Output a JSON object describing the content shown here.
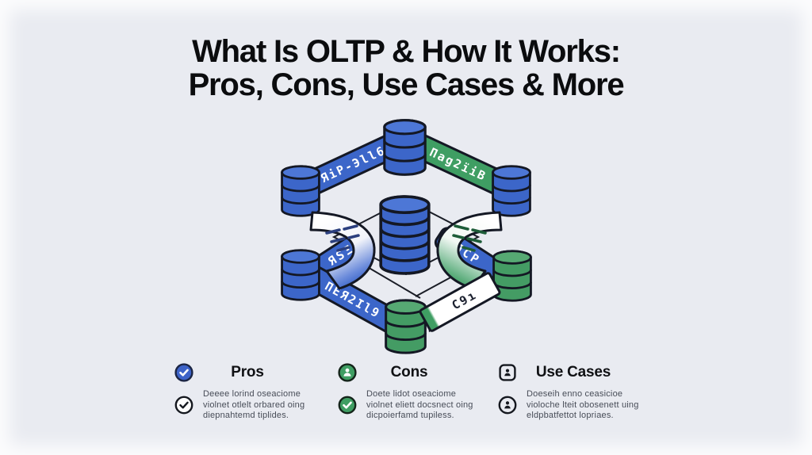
{
  "title": {
    "line1": "What Is OLTP & How It Works:",
    "line2": "Pros, Cons, Use Cases & More"
  },
  "diagram": {
    "ribbons": {
      "top_left": "ЯiP-Эll6",
      "top_right": "Пag2ïiB",
      "mid_left": "ЯSΞ",
      "mid_right": "ПCP",
      "bottom_left": "ПEЯ2Il9",
      "bottom_right": "C9ı"
    },
    "colors": {
      "background": "#E9EBF1",
      "cylinder_blue": "#3C66C9",
      "cylinder_blue_top": "#4D77D6",
      "cylinder_green": "#449C64",
      "cylinder_green_top": "#56A973",
      "ribbon_green": "#3F9E63",
      "outline": "#141824",
      "title_text": "#0B0C0E",
      "legend_body_text": "#474C57",
      "icon_blue": "#3D63C8",
      "icon_green": "#3F9E63"
    }
  },
  "legend": {
    "columns": [
      {
        "id": "pros",
        "heading": "Pros",
        "icon": "checkmark-badge-blue-icon",
        "sub_icon": "checkmark-outline-icon",
        "text_lines": [
          "Deeee lorind oseaciome",
          "violnet otlelt orbared oing",
          "diepnahtemd tiplides."
        ]
      },
      {
        "id": "cons",
        "heading": "Cons",
        "icon": "person-badge-green-icon",
        "sub_icon": "checkmark-badge-green-icon",
        "text_lines": [
          "Doete lidot oseaciome",
          "violnet eliett docsnect oing",
          "dicpoierfamd tupiless."
        ]
      },
      {
        "id": "use_cases",
        "heading": "Use Cases",
        "icon": "person-square-outline-icon",
        "sub_icon": "person-circle-outline-icon",
        "text_lines": [
          "Doeseih enno ceasicioe",
          "violoche lteit obosenett uing",
          "eldpbatfettot lopriaes."
        ]
      }
    ]
  }
}
